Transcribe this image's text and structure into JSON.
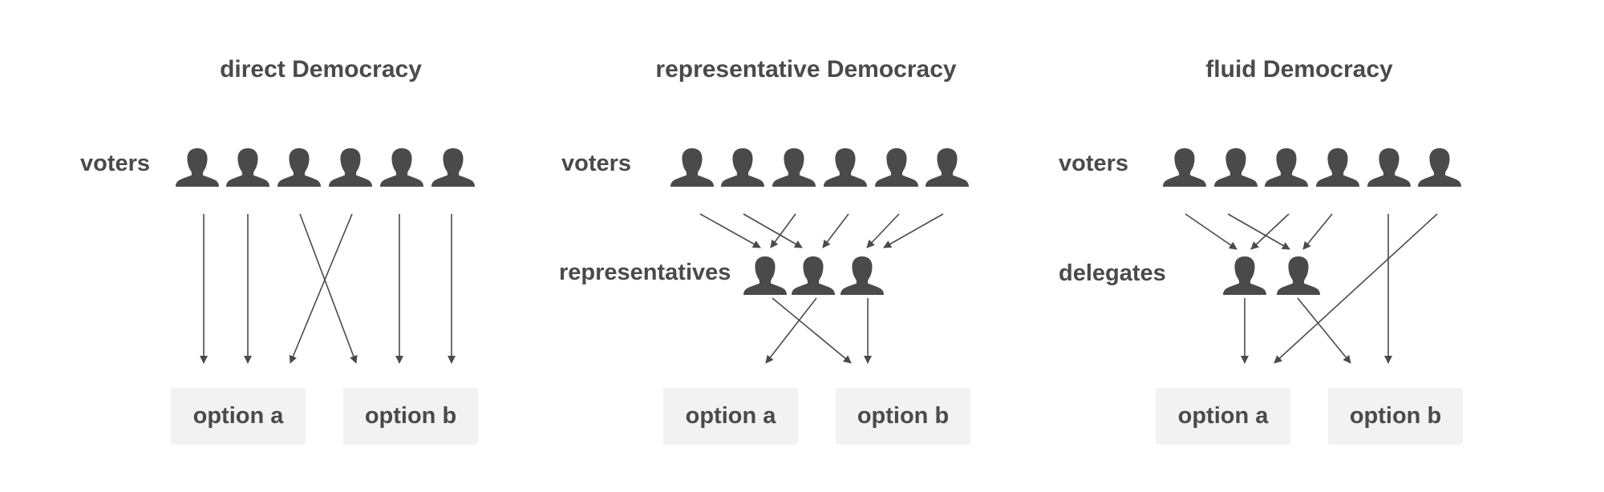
{
  "colors": {
    "figure": "#4a4a4a",
    "arrow": "#4a4a4a",
    "option_bg": "#f2f2f2",
    "text": "#4a4a4a"
  },
  "icons": {
    "person": "person-icon",
    "arrow": "arrow-icon"
  },
  "panels": [
    {
      "title": "direct Democracy",
      "voters_label": "voters",
      "options": [
        "option a",
        "option b"
      ]
    },
    {
      "title": "representative Democracy",
      "voters_label": "voters",
      "middle_label": "representatives",
      "options": [
        "option a",
        "option b"
      ]
    },
    {
      "title": "fluid Democracy",
      "voters_label": "voters",
      "middle_label": "delegates",
      "options": [
        "option a",
        "option b"
      ]
    }
  ]
}
